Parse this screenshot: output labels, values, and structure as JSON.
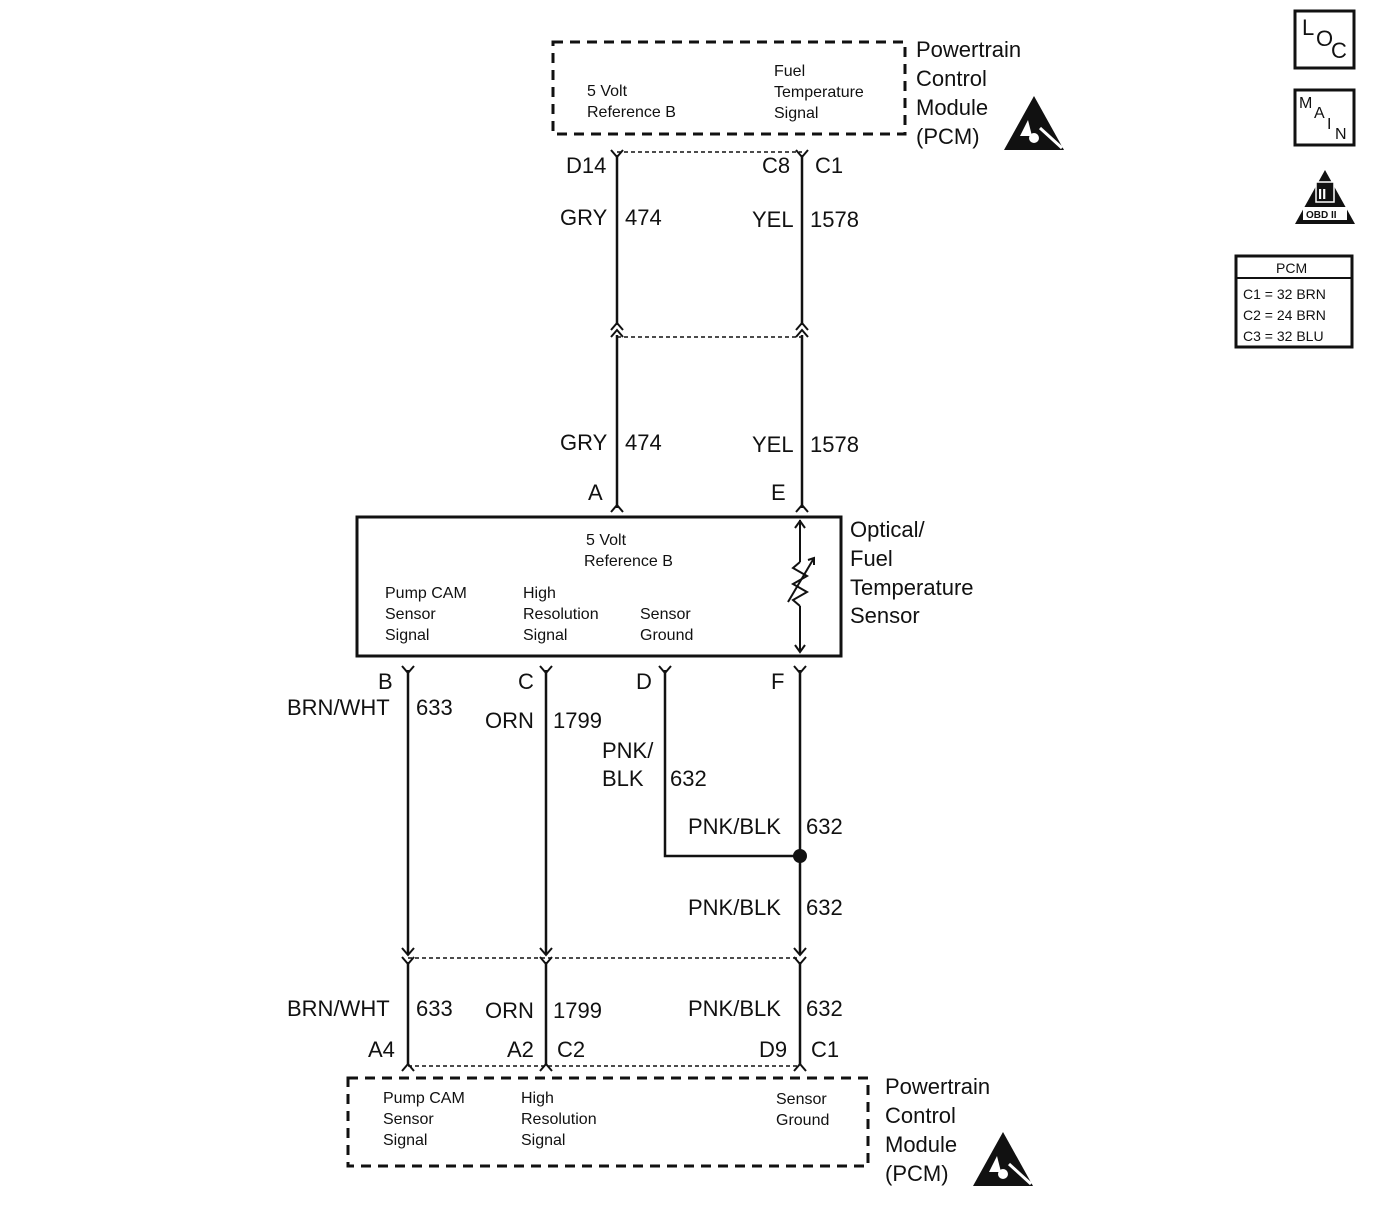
{
  "pcm_top": {
    "title_lines": [
      "Powertrain",
      "Control",
      "Module",
      "(PCM)"
    ],
    "inner": {
      "ref_b": [
        "5 Volt",
        "Reference B"
      ],
      "fuel_temp": [
        "Fuel",
        "Temperature",
        "Signal"
      ]
    }
  },
  "pins_top": {
    "d14": "D14",
    "c8": "C8",
    "c1": "C1"
  },
  "wires": {
    "gry_color": "GRY",
    "gry_circuit": "474",
    "yel_color": "YEL",
    "yel_circuit": "1578",
    "brnwht_color": "BRN/WHT",
    "brnwht_circuit": "633",
    "orn_color": "ORN",
    "orn_circuit": "1799",
    "pnkblk_split_1": "PNK/",
    "pnkblk_split_2": "BLK",
    "pnkblk_color": "PNK/BLK",
    "pnkblk_circuit": "632"
  },
  "sensor": {
    "title_lines": [
      "Optical/",
      "Fuel",
      "Temperature",
      "Sensor"
    ],
    "pins": {
      "a": "A",
      "e": "E",
      "b": "B",
      "c": "C",
      "d": "D",
      "f": "F"
    },
    "inner": {
      "ref_b": [
        "5 Volt",
        "Reference B"
      ],
      "pump_cam": [
        "Pump CAM",
        "Sensor",
        "Signal"
      ],
      "high_res": [
        "High",
        "Resolution",
        "Signal"
      ],
      "sensor_ground": [
        "Sensor",
        "Ground"
      ]
    }
  },
  "pins_bottom": {
    "a4": "A4",
    "a2": "A2",
    "c2": "C2",
    "d9": "D9",
    "c1": "C1"
  },
  "pcm_bottom": {
    "title_lines": [
      "Powertrain",
      "Control",
      "Module",
      "(PCM)"
    ],
    "inner": {
      "pump_cam": [
        "Pump CAM",
        "Sensor",
        "Signal"
      ],
      "high_res": [
        "High",
        "Resolution",
        "Signal"
      ],
      "sensor_ground": [
        "Sensor",
        "Ground"
      ]
    }
  },
  "legend": {
    "loc": {
      "l": "L",
      "o": "O",
      "c": "C"
    },
    "main": {
      "m": "M",
      "a": "A",
      "i": "I",
      "n": "N"
    },
    "obd": {
      "numeral": "II",
      "text": "OBD II"
    },
    "pcm_table": {
      "header": "PCM",
      "rows": [
        "C1 = 32 BRN",
        "C2 = 24 BRN",
        "C3 = 32 BLU"
      ]
    }
  },
  "esd_icon": "esd-warning-icon"
}
